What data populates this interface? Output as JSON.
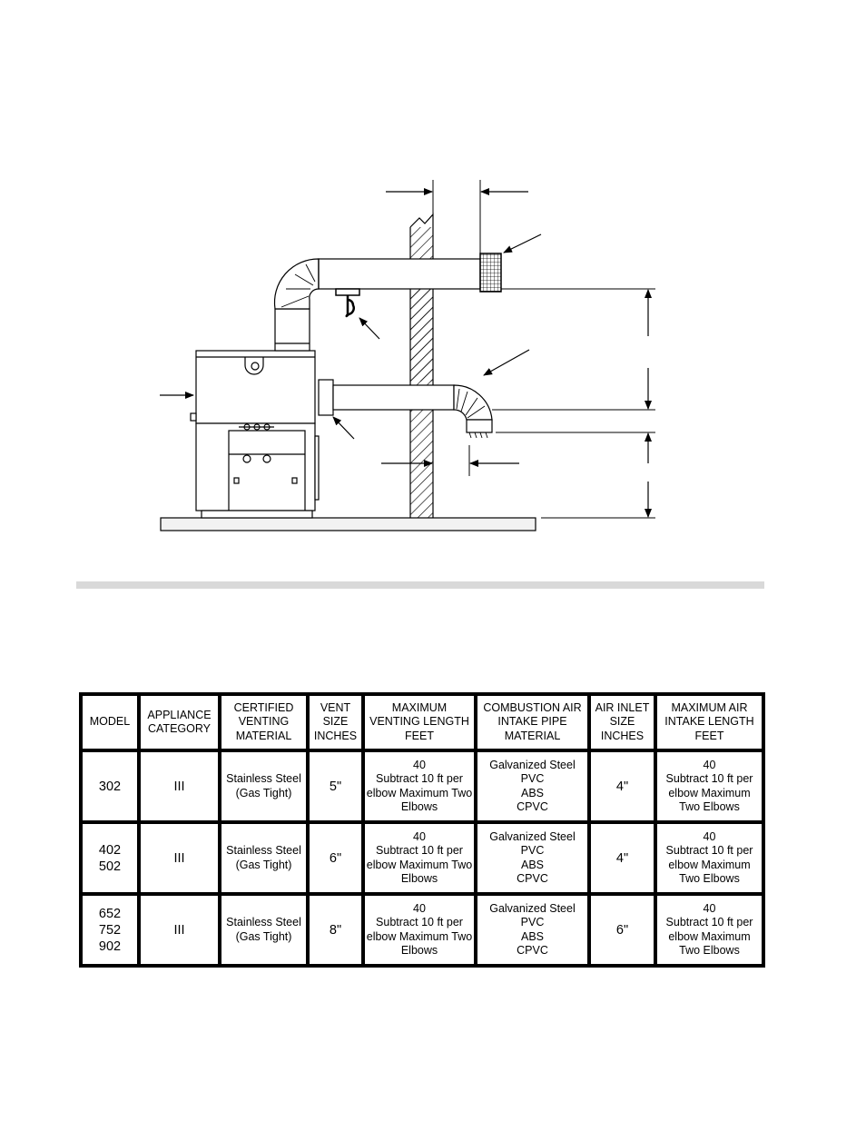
{
  "table": {
    "headers": [
      [
        "MODEL"
      ],
      [
        "APPLIANCE",
        "CATEGORY"
      ],
      [
        "CERTIFIED",
        "VENTING",
        "MATERIAL"
      ],
      [
        "VENT",
        "SIZE",
        "INCHES"
      ],
      [
        "MAXIMUM",
        "VENTING LENGTH",
        "FEET"
      ],
      [
        "COMBUSTION AIR",
        "INTAKE PIPE",
        "MATERIAL"
      ],
      [
        "AIR INLET",
        "SIZE",
        "INCHES"
      ],
      [
        "MAXIMUM AIR",
        "INTAKE LENGTH",
        "FEET"
      ]
    ],
    "rows": [
      {
        "model": [
          "302"
        ],
        "category": [
          "III"
        ],
        "venting_material": [
          "Stainless Steel",
          "(Gas Tight)"
        ],
        "vent_size": [
          "5\""
        ],
        "max_venting_length": [
          "40",
          "Subtract 10 ft per",
          "elbow Maximum Two",
          "Elbows"
        ],
        "intake_material": [
          "Galvanized Steel",
          "PVC",
          "ABS",
          "CPVC"
        ],
        "air_inlet_size": [
          "4\""
        ],
        "max_intake_length": [
          "40",
          "Subtract 10 ft per",
          "elbow Maximum",
          "Two Elbows"
        ]
      },
      {
        "model": [
          "402",
          "502"
        ],
        "category": [
          "III"
        ],
        "venting_material": [
          "Stainless Steel",
          "(Gas Tight)"
        ],
        "vent_size": [
          "6\""
        ],
        "max_venting_length": [
          "40",
          "Subtract 10 ft per",
          "elbow Maximum Two",
          "Elbows"
        ],
        "intake_material": [
          "Galvanized Steel",
          "PVC",
          "ABS",
          "CPVC"
        ],
        "air_inlet_size": [
          "4\""
        ],
        "max_intake_length": [
          "40",
          "Subtract 10 ft per",
          "elbow Maximum",
          "Two Elbows"
        ]
      },
      {
        "model": [
          "652",
          "752",
          "902"
        ],
        "category": [
          "III"
        ],
        "venting_material": [
          "Stainless Steel",
          "(Gas Tight)"
        ],
        "vent_size": [
          "8\""
        ],
        "max_venting_length": [
          "40",
          "Subtract 10 ft per",
          "elbow Maximum Two",
          "Elbows"
        ],
        "intake_material": [
          "Galvanized Steel",
          "PVC",
          "ABS",
          "CPVC"
        ],
        "air_inlet_size": [
          "6\""
        ],
        "max_intake_length": [
          "40",
          "Subtract 10 ft per",
          "elbow Maximum",
          "Two Elbows"
        ]
      }
    ]
  }
}
